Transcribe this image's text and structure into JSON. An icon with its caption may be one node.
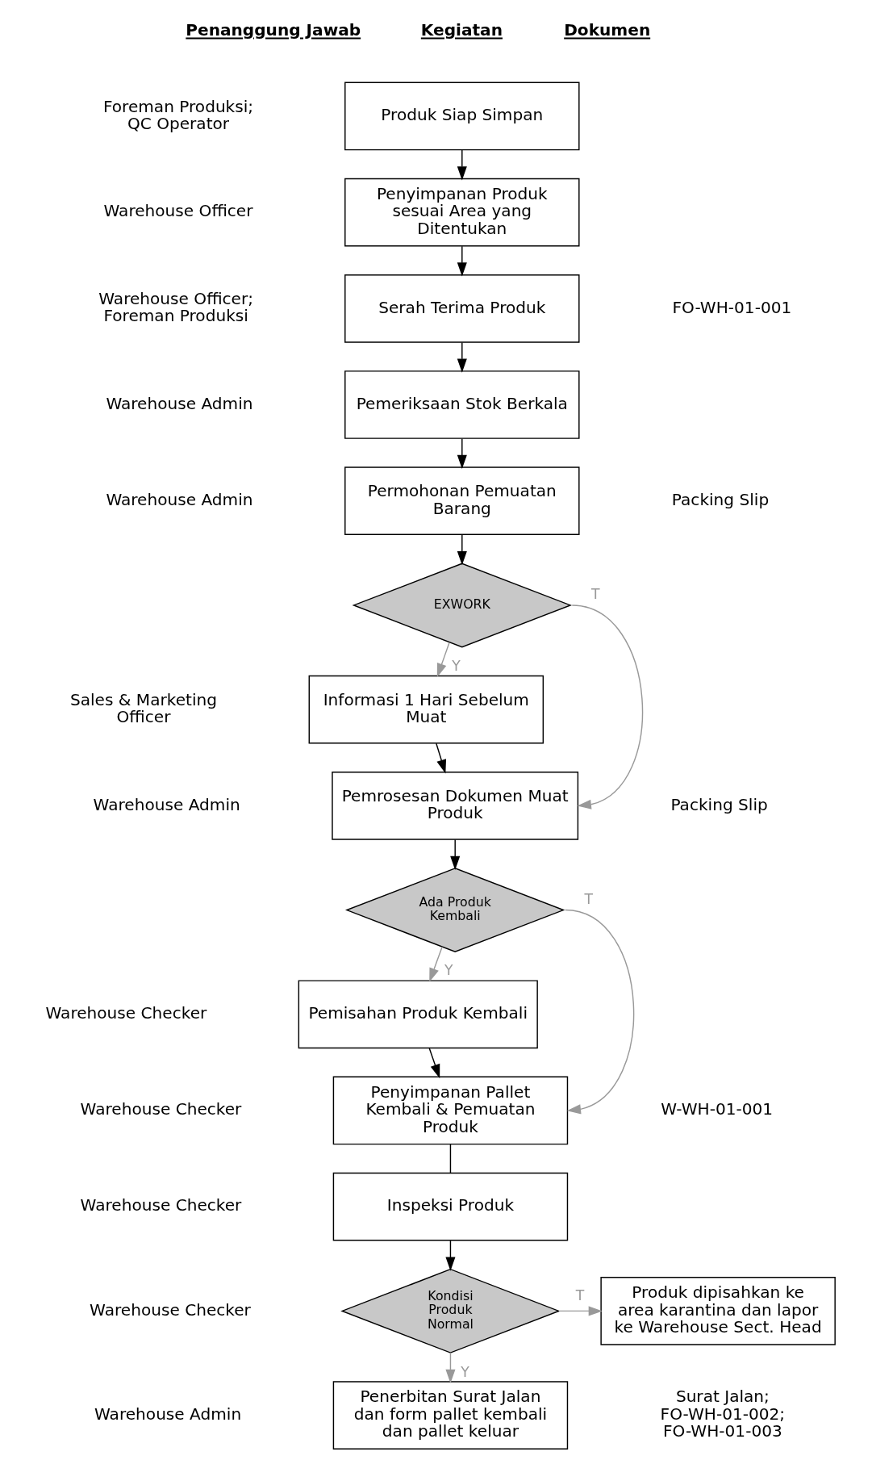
{
  "diagram": {
    "nodes": [
      {
        "text": [
          "Produk Siap Simpan"
        ]
      },
      {
        "text": [
          "Penyimpanan Produk sesuai Area yang Ditentukan"
        ]
      },
      {
        "text": [
          "Serah Terima Produk"
        ]
      },
      {
        "text": [
          "Pemeriksaan Stok Berkala"
        ]
      },
      {
        "text": [
          "Permohonan Pemuatan Barang"
        ]
      },
      {
        "text": [
          "EXWORK"
        ]
      },
      {
        "text": [
          "Informasi 1 Hari Sebelum Muat"
        ]
      },
      {
        "text": [
          "Pemrosesan Dokumen Muat Produk"
        ]
      },
      {
        "text": [
          "Ada Produk Kembali"
        ]
      },
      {
        "text": [
          "Pemisahan Produk Kembali"
        ]
      },
      {
        "text": [
          "Penyimpanan Pallet Kembali & Pemuatan Produk"
        ]
      },
      {
        "text": [
          "Inspeksi Produk"
        ]
      },
      {
        "text": [
          "Kondisi Produk Normal"
        ]
      },
      {
        "text": [
          "Produk dipisahkan ke area karantina dan lapor ke Warehouse Sect. Head"
        ]
      },
      {
        "text": [
          "Penerbitan Surat Jalan dan form pallet kembali dan pallet keluar"
        ]
      }
    ],
    "edges": [
      {
        "from": 0,
        "to": 1,
        "arrow": "to"
      },
      {
        "from": 1,
        "to": 2,
        "arrow": "to"
      },
      {
        "from": 2,
        "to": 3,
        "arrow": "to"
      },
      {
        "from": 3,
        "to": 4,
        "arrow": "to"
      },
      {
        "from": 4,
        "to": 5,
        "arrow": "to"
      },
      {
        "from": 5,
        "to": 6,
        "arrow": "to",
        "label": "Y",
        "color": "#999999"
      },
      {
        "from": 5,
        "to": 7,
        "arrow": "to",
        "label": "T",
        "color": "#999999"
      },
      {
        "from": 6,
        "to": 7,
        "arrow": "to"
      },
      {
        "from": 7,
        "to": 8,
        "arrow": "to"
      },
      {
        "from": 8,
        "to": 9,
        "arrow": "to",
        "label": "Y",
        "color": "#999999"
      },
      {
        "from": 8,
        "to": 10,
        "arrow": "to",
        "label": "T",
        "color": "#999999"
      },
      {
        "from": 9,
        "to": 10,
        "arrow": "to"
      },
      {
        "from": 10,
        "to": 11,
        "arrow": "none"
      },
      {
        "from": 11,
        "to": 12,
        "arrow": "to"
      },
      {
        "from": 12,
        "to": 13,
        "arrow": "to",
        "label": "T",
        "color": "#999999"
      },
      {
        "from": 12,
        "to": 14,
        "arrow": "to",
        "label": "Y",
        "color": "#999999"
      }
    ],
    "labels": [
      "Penanggung Jawab",
      "Kegiatan",
      "Dokumen",
      "Foreman Produksi; QC Operator",
      "Warehouse Officer",
      "Warehouse Officer; Foreman Produksi",
      "FO-WH-01-001",
      "Warehouse Admin",
      "Warehouse Admin",
      "Packing Slip",
      "Sales & Marketing Officer",
      "Warehouse Admin",
      "Packing Slip",
      "Warehouse Checker",
      "Warehouse Checker",
      "W-WH-01-001",
      "Warehouse Checker",
      "Warehouse Checker",
      "Warehouse Admin",
      "Surat Jalan; FO-WH-01-002; FO-WH-01-003"
    ]
  }
}
